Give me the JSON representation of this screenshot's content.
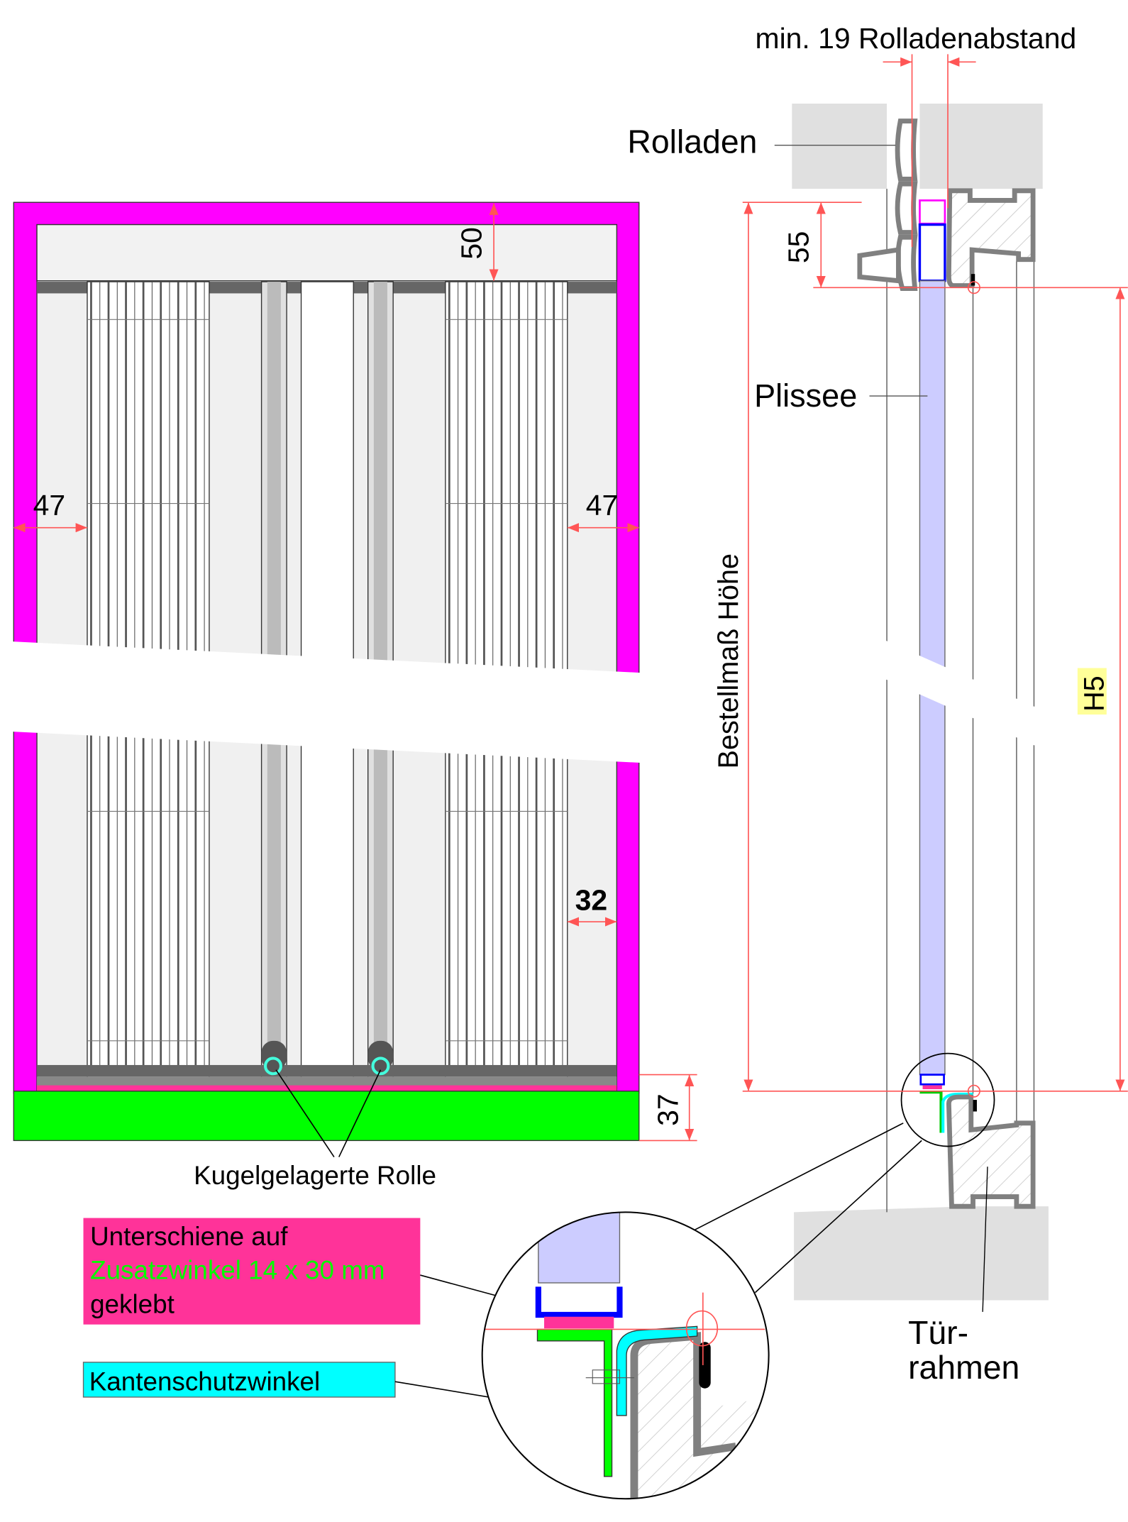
{
  "labels": {
    "top_dimension": "min. 19 Rolladenabstand",
    "rolladen": "Rolladen",
    "plissee": "Plissee",
    "bestellmass": "Bestellmaß Höhe",
    "h5": "H5",
    "tuerrahmen_1": "Tür-",
    "tuerrahmen_2": "rahmen",
    "rolle": "Kugelgelagerte Rolle",
    "unterschiene_1": "Unterschiene auf",
    "unterschiene_2": "Zusatzwinkel 14 x 30 mm",
    "unterschiene_3": "geklebt",
    "kantenschutz": "Kantenschutzwinkel"
  },
  "dimensions": {
    "top": "50",
    "left": "47",
    "right": "47",
    "right_lower": "32",
    "bottom": "37",
    "head": "55"
  },
  "colors": {
    "frame": "#ff00ff",
    "rail": "#00ff00",
    "fabric": "#ccccff",
    "profile": "#0000ff",
    "pink": "#ff3399",
    "edge_guard": "#00ffff",
    "dimension": "#ff5555",
    "h5_highlight": "#ffff99"
  }
}
